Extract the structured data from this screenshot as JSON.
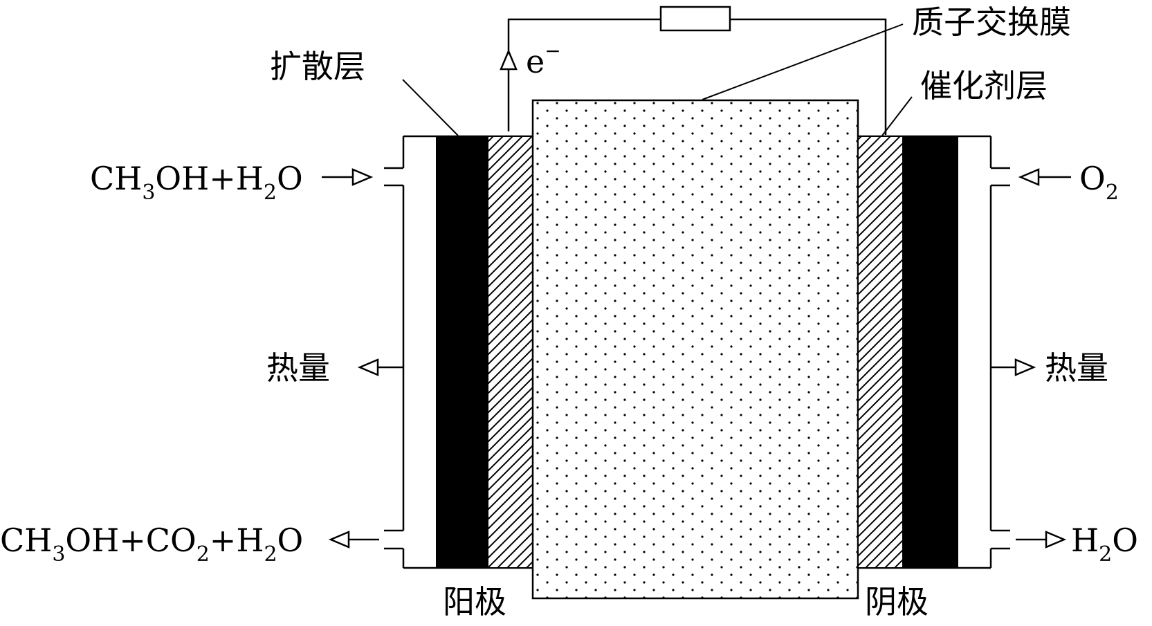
{
  "labels": {
    "diffusion_layer": "扩散层",
    "proton_exchange_membrane": "质子交换膜",
    "catalyst_layer": "催化剂层",
    "electron": "e",
    "electron_sup": "−",
    "anode": "阳极",
    "cathode": "阴极",
    "heat_left": "热量",
    "heat_right": "热量"
  },
  "streams": {
    "anode_in": [
      "CH",
      "3",
      "OH+H",
      "2",
      "O"
    ],
    "anode_out": [
      "CH",
      "3",
      "OH+CO",
      "2",
      "+H",
      "2",
      "O"
    ],
    "cathode_in": [
      "O",
      "2"
    ],
    "cathode_out": [
      "H",
      "2",
      "O"
    ]
  },
  "colors": {
    "line": "#000000",
    "diffusion_fill": "#000000",
    "background": "#ffffff"
  }
}
